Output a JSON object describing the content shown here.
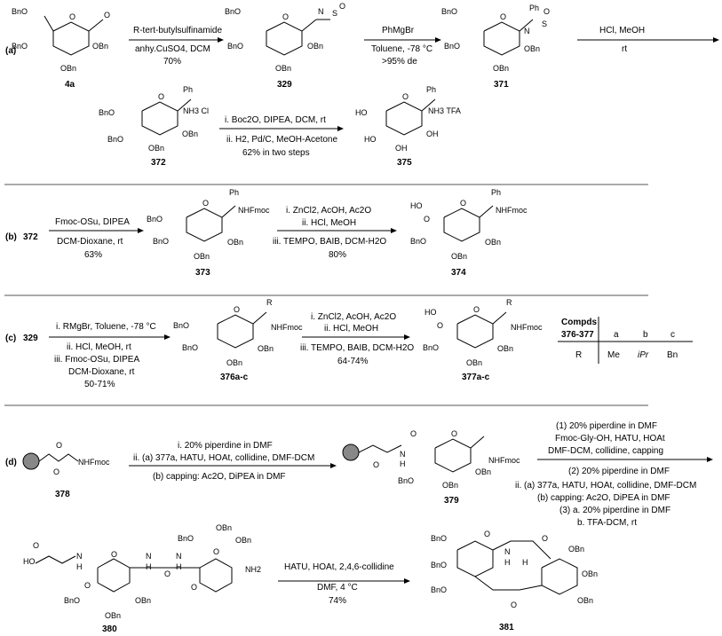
{
  "panel_a": {
    "label": "(a)",
    "cmpd_4a": "4a",
    "cmpd_329": "329",
    "cmpd_371": "371",
    "cmpd_372": "372",
    "cmpd_375": "375",
    "step1_reagent": "R-tert-butylsulfinamide",
    "step1_cond": "anhy.CuSO4, DCM",
    "step1_yield": "70%",
    "step2_reagent": "PhMgBr",
    "step2_cond": "Toluene, -78 °C",
    "step2_de": ">95% de",
    "step3_reagent": "HCl, MeOH",
    "step3_cond": "rt",
    "step4_i": "i. Boc2O, DIPEA, DCM, rt",
    "step4_ii": "ii. H2, Pd/C, MeOH-Acetone",
    "step4_yield": "62% in two steps",
    "tfa_label": "NH3 TFA",
    "cl_label": "NH3 Cl"
  },
  "panel_b": {
    "label": "(b)",
    "start": "372",
    "cmpd_373": "373",
    "cmpd_374": "374",
    "step1_reagent": "Fmoc-OSu, DIPEA",
    "step1_cond": "DCM-Dioxane, rt",
    "step1_yield": "63%",
    "step2_i": "i. ZnCl2, AcOH, Ac2O",
    "step2_ii": "ii. HCl, MeOH",
    "step2_iii": "iii. TEMPO, BAIB, DCM-H2O",
    "step2_yield": "80%",
    "nhfmoc": "NHFmoc"
  },
  "panel_c": {
    "label": "(c)",
    "start": "329",
    "cmpd_376": "376a-c",
    "cmpd_377": "377a-c",
    "step1_i": "i. RMgBr, Toluene, -78 °C",
    "step1_ii": "ii. HCl, MeOH, rt",
    "step1_iii": "iii. Fmoc-OSu, DIPEA",
    "step1_iv": "DCM-Dioxane, rt",
    "step1_yield": "50-71%",
    "step2_i": "i. ZnCl2, AcOH, Ac2O",
    "step2_ii": "ii. HCl, MeOH",
    "step2_iii": "iii. TEMPO, BAIB, DCM-H2O",
    "step2_yield": "64-74%",
    "table": {
      "header1": "Compds",
      "header2": "376-377",
      "cols": [
        "a",
        "b",
        "c"
      ],
      "row_label": "R",
      "values": [
        "Me",
        "iPr",
        "Bn"
      ]
    }
  },
  "panel_d": {
    "label": "(d)",
    "cmpd_378": "378",
    "cmpd_379": "379",
    "cmpd_380": "380",
    "cmpd_381": "381",
    "step1_i": "i. 20% piperdine in DMF",
    "step1_ii": "ii. (a) 377a, HATU, HOAt, collidine, DMF-DCM",
    "step1_iii": "(b) capping: Ac2O, DiPEA in DMF",
    "step2_1": "(1) 20% piperdine in DMF",
    "step2_1b": "Fmoc-Gly-OH, HATU, HOAt",
    "step2_1c": "DMF-DCM, collidine, capping",
    "step2_2": "(2) 20% piperdine in DMF",
    "step2_3": "ii. (a) 377a, HATU, HOAt, collidine, DMF-DCM",
    "step2_4": "(b) capping: Ac2O, DiPEA in DMF",
    "step2_5": "(3) a. 20% piperdine in DMF",
    "step2_6": "b. TFA-DCM, rt",
    "step3_reagent": "HATU, HOAt, 2,4,6-collidine",
    "step3_cond": "DMF, 4 °C",
    "step3_yield": "74%",
    "nhfmoc": "NHFmoc"
  }
}
